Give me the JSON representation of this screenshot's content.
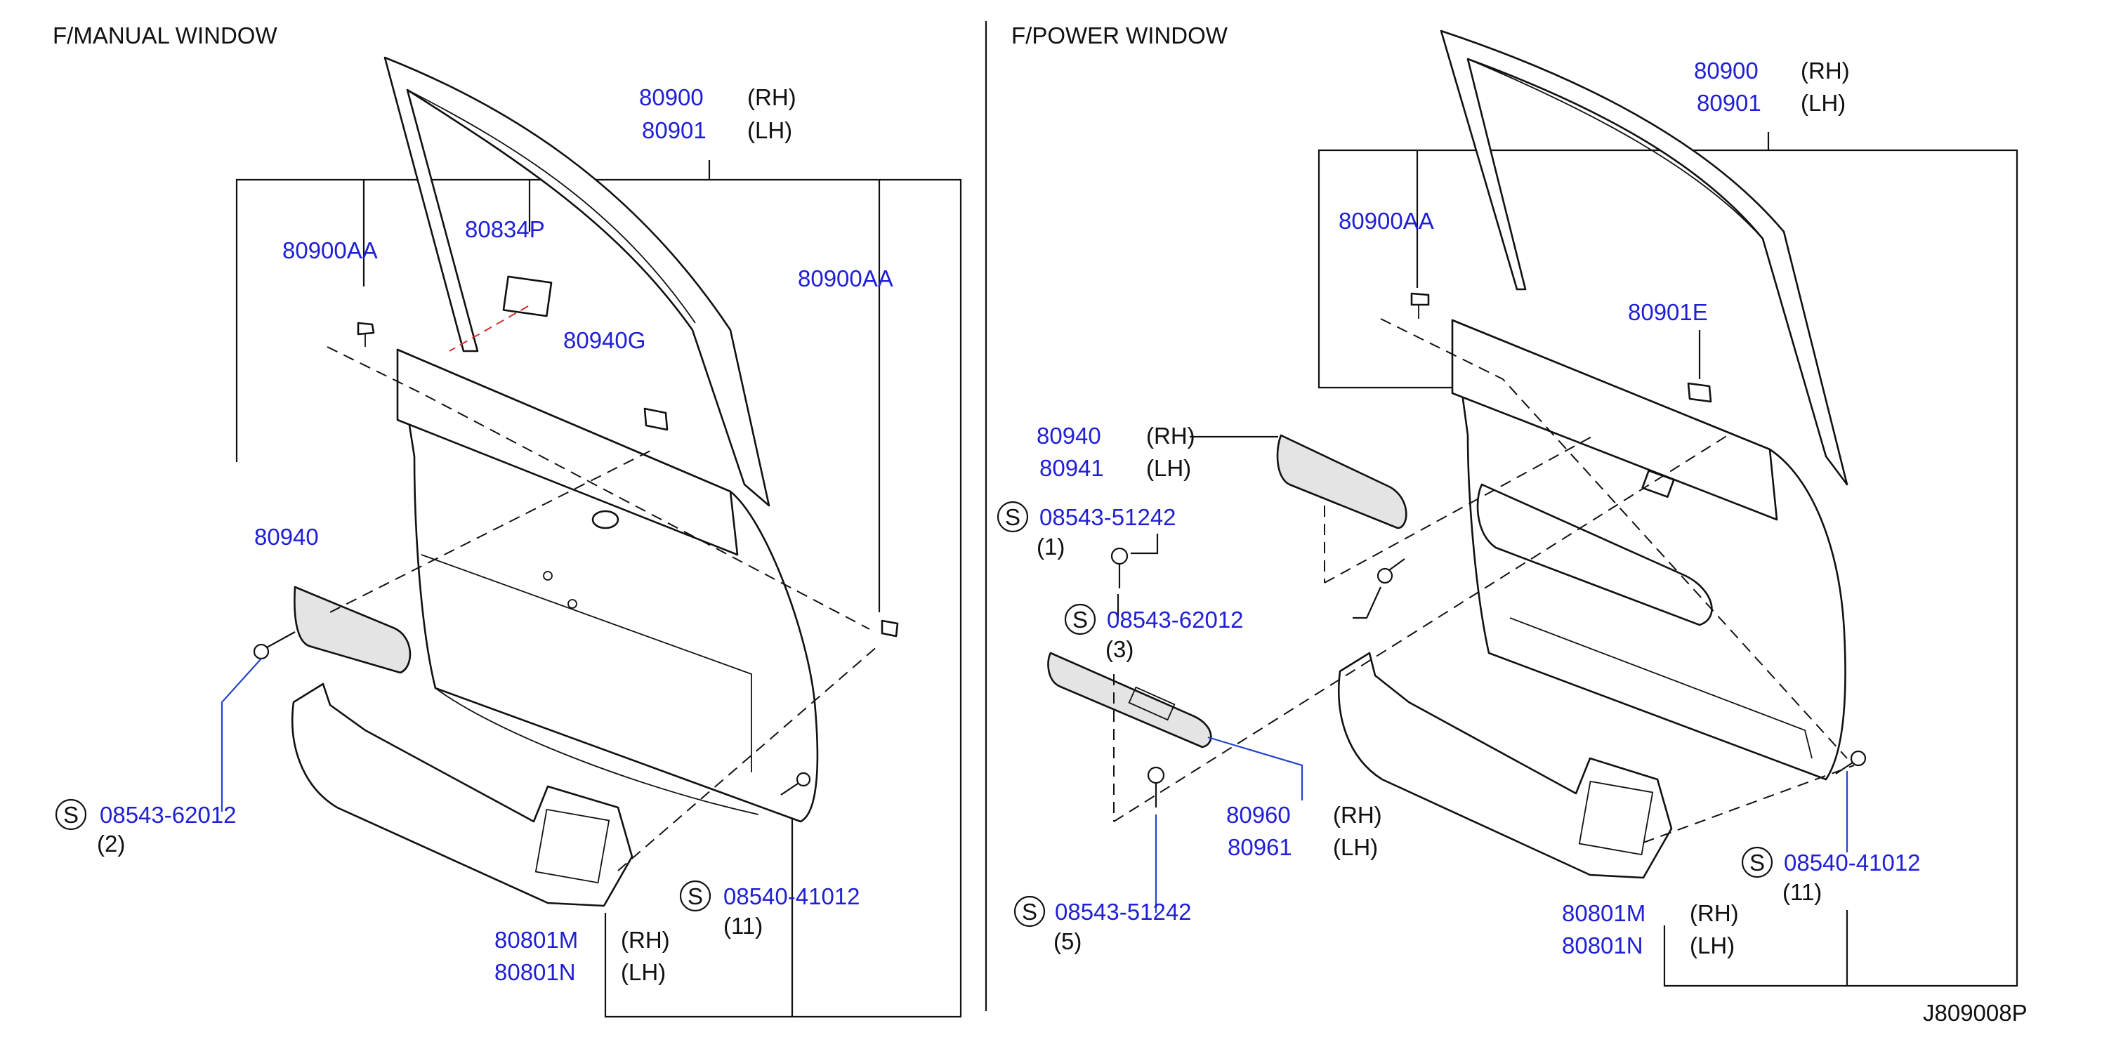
{
  "left": {
    "title": "F/MANUAL   WINDOW",
    "door_rh_pn": "80900",
    "door_rh_tag": "(RH)",
    "door_lh_pn": "80901",
    "door_lh_tag": "(LH)",
    "clip_left_pn": "80900AA",
    "label_pn": "80834P",
    "clip_right_pn": "80900AA",
    "clip_mid_pn": "80940G",
    "armrest_pn": "80940",
    "screw_a_s": "S",
    "screw_a_pn": "08543-62012",
    "screw_a_qty": "(2)",
    "screw_b_s": "S",
    "screw_b_pn": "08540-41012",
    "screw_b_qty": "(11)",
    "pocket_rh_pn": "80801M",
    "pocket_rh_tag": "(RH)",
    "pocket_lh_pn": "80801N",
    "pocket_lh_tag": "(LH)"
  },
  "right": {
    "title": "F/POWER   WINDOW",
    "door_rh_pn": "80900",
    "door_rh_tag": "(RH)",
    "door_lh_pn": "80901",
    "door_lh_tag": "(LH)",
    "clip_pn": "80900AA",
    "clip_e_pn": "80901E",
    "armrest_rh_pn": "80940",
    "armrest_rh_tag": "(RH)",
    "armrest_lh_pn": "80941",
    "armrest_lh_tag": "(LH)",
    "screw_top_s": "S",
    "screw_top_pn": "08543-51242",
    "screw_top_qty": "(1)",
    "screw_mid_s": "S",
    "screw_mid_pn": "08543-62012",
    "screw_mid_qty": "(3)",
    "switch_rh_pn": "80960",
    "switch_rh_tag": "(RH)",
    "switch_lh_pn": "80961",
    "switch_lh_tag": "(LH)",
    "screw_bot_s": "S",
    "screw_bot_pn": "08543-51242",
    "screw_bot_qty": "(5)",
    "screw_r_s": "S",
    "screw_r_pn": "08540-41012",
    "screw_r_qty": "(11)",
    "pocket_rh_pn": "80801M",
    "pocket_rh_tag": "(RH)",
    "pocket_lh_pn": "80801N",
    "pocket_lh_tag": "(LH)"
  },
  "drawing_code": "J809008P"
}
